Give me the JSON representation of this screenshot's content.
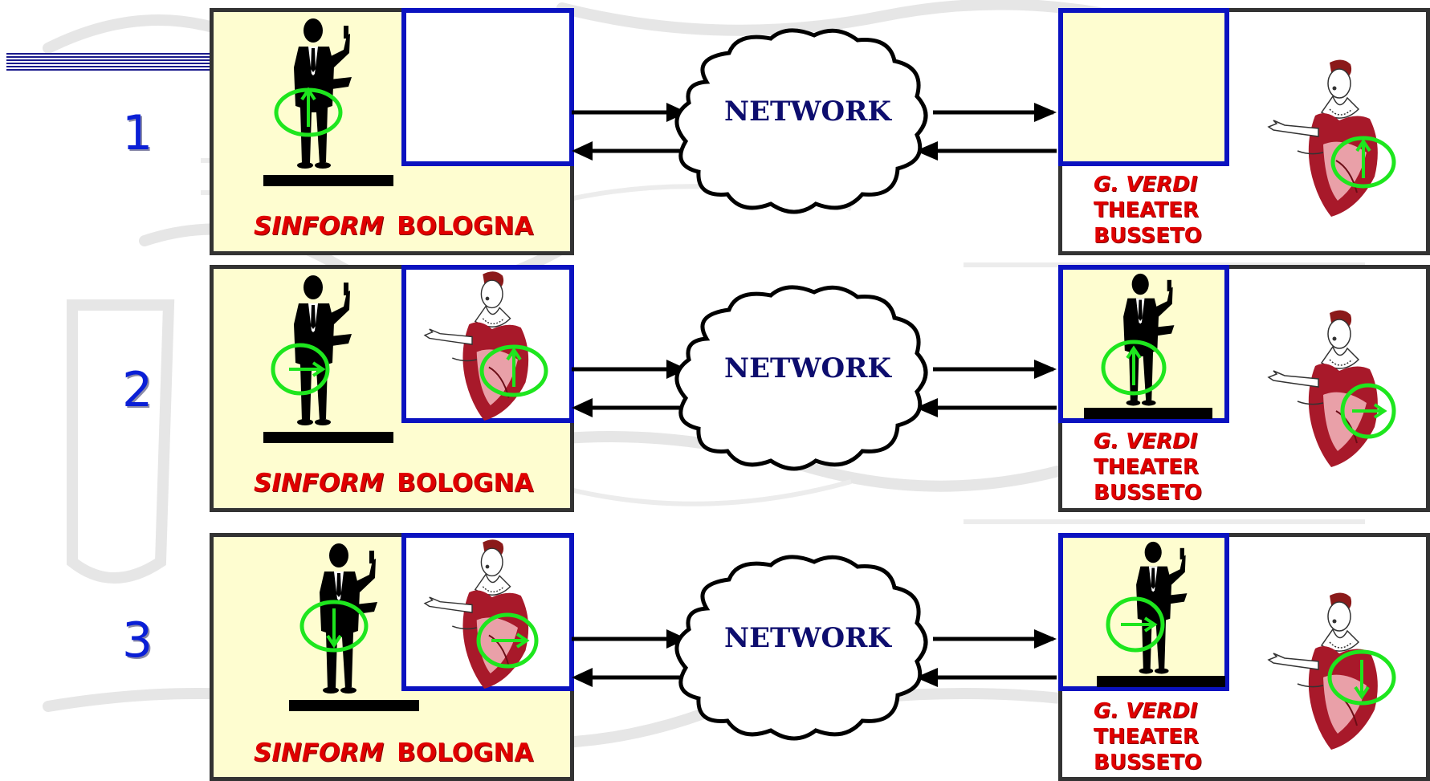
{
  "steps": [
    {
      "number": "1",
      "left_venue": {
        "italic": "SINFORM",
        "rest": "BOLOGNA"
      },
      "network_label": "NETWORK",
      "right_venue": {
        "italic": "G. VERDI",
        "line2": "THEATER",
        "line3": "BUSSETO"
      }
    },
    {
      "number": "2",
      "left_venue": {
        "italic": "SINFORM",
        "rest": "BOLOGNA"
      },
      "network_label": "NETWORK",
      "right_venue": {
        "italic": "G. VERDI",
        "line2": "THEATER",
        "line3": "BUSSETO"
      }
    },
    {
      "number": "3",
      "left_venue": {
        "italic": "SINFORM",
        "rest": "BOLOGNA"
      },
      "network_label": "NETWORK",
      "right_venue": {
        "italic": "G. VERDI",
        "line2": "THEATER",
        "line3": "BUSSETO"
      }
    }
  ],
  "colors": {
    "panel_bg": "#fefdd0",
    "screen_border": "#0a12c0",
    "venue_text": "#e00000",
    "network_text": "#0d0d6e",
    "indicator": "#1ee61e",
    "step_number": "#0a1fd6"
  },
  "icons": [
    "conductor-silhouette",
    "soprano-singer",
    "network-cloud",
    "direction-indicator"
  ]
}
